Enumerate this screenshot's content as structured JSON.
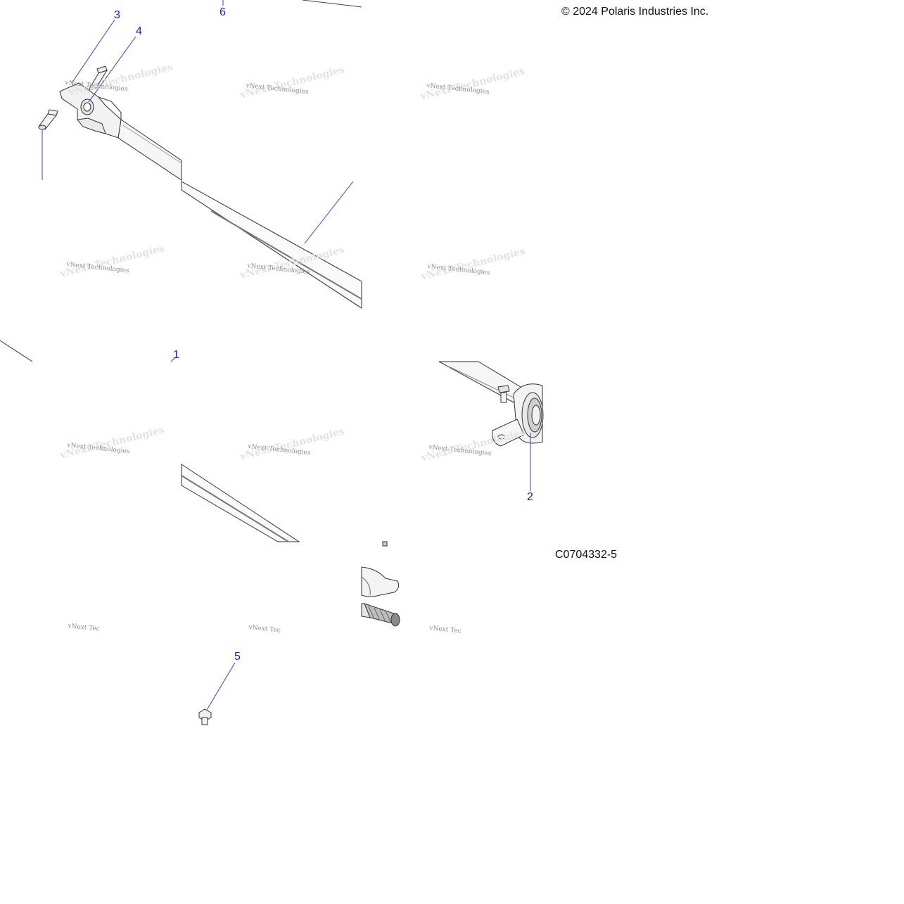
{
  "diagram": {
    "copyright": "© 2024 Polaris Industries Inc.",
    "figure_code": "C0704332-5",
    "callout_color": "#1a1adb",
    "line_color": "#3b3bd6",
    "callouts": [
      {
        "id": "c1",
        "label": "1"
      },
      {
        "id": "c2",
        "label": "2"
      },
      {
        "id": "c3",
        "label": "3"
      },
      {
        "id": "c4",
        "label": "4"
      },
      {
        "id": "c5",
        "label": "5"
      },
      {
        "id": "c6",
        "label": "6"
      }
    ],
    "watermark": {
      "text": "vNext Technologies",
      "truncated_text": "vNext Tec"
    }
  }
}
